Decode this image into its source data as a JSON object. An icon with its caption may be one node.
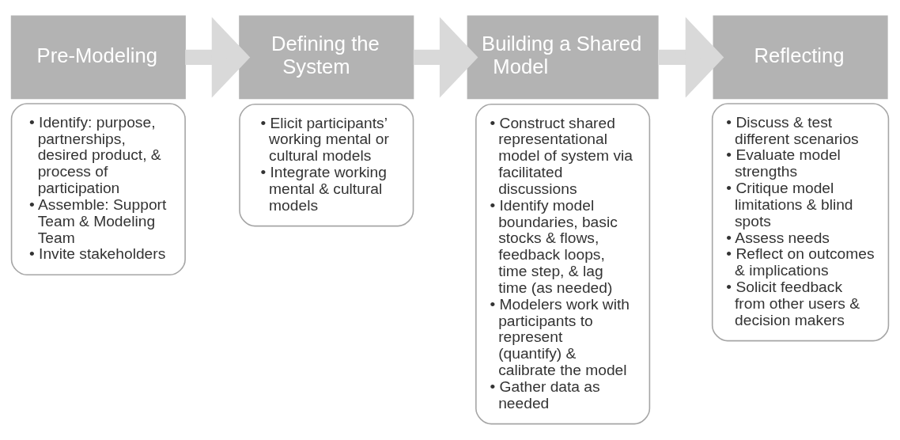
{
  "diagram": {
    "nodes": [
      {
        "text": [
          "Pre-Modeling"
        ]
      },
      {
        "text": [
          "• Identify: purpose, partnerships, desired product, & process of participation",
          "• Assemble: Support Team & Modeling Team",
          "• Invite stakeholders"
        ]
      },
      {
        "text": [
          "Defining the System"
        ]
      },
      {
        "text": [
          "• Elicit participants’ working mental or cultural models",
          "• Integrate working mental & cultural models"
        ]
      },
      {
        "text": [
          "Building a Shared Model"
        ]
      },
      {
        "text": [
          "• Construct shared representational model of system via facilitated discussions",
          "• Identify model boundaries, basic stocks & flows, feedback loops, time step, & lag time (as needed)",
          "• Modelers work with participants to represent (quantify) & calibrate the model",
          "• Gather data as needed"
        ]
      },
      {
        "text": [
          "Reflecting"
        ]
      },
      {
        "text": [
          "• Discuss & test different scenarios",
          "• Evaluate model strengths",
          "• Critique model limitations & blind spots",
          "• Assess needs",
          "• Reflect on outcomes & implications",
          "• Solicit feedback from other users & decision makers"
        ]
      }
    ],
    "edges": [
      {
        "from": 0,
        "to": 2,
        "arrow": "to"
      },
      {
        "from": 2,
        "to": 4,
        "arrow": "to"
      },
      {
        "from": 4,
        "to": 6,
        "arrow": "to"
      }
    ]
  }
}
